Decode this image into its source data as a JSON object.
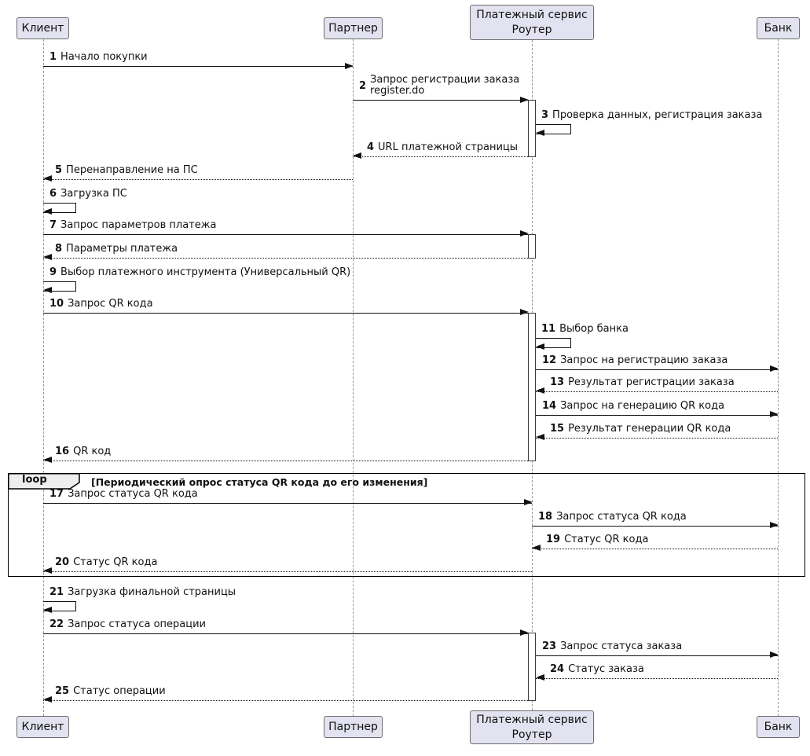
{
  "participants": [
    {
      "label": "Клиент"
    },
    {
      "label": "Партнер"
    },
    {
      "label": "Платежный сервис\nРоутер"
    },
    {
      "label": "Банк"
    }
  ],
  "loop": {
    "label": "loop",
    "condition": "[Периодический опрос статуса QR кода до его изменения]"
  },
  "messages": [
    {
      "num": "1",
      "text": "Начало покупки"
    },
    {
      "num": "2",
      "text": "Запрос регистрации заказа\nregister.do"
    },
    {
      "num": "3",
      "text": "Проверка данных, регистрация заказа"
    },
    {
      "num": "4",
      "text": "URL платежной страницы"
    },
    {
      "num": "5",
      "text": "Перенаправление на ПС"
    },
    {
      "num": "6",
      "text": "Загрузка ПС"
    },
    {
      "num": "7",
      "text": "Запрос параметров платежа"
    },
    {
      "num": "8",
      "text": "Параметры платежа"
    },
    {
      "num": "9",
      "text": "Выбор платежного инструмента (Универсальный QR)"
    },
    {
      "num": "10",
      "text": "Запрос QR кода"
    },
    {
      "num": "11",
      "text": "Выбор банка"
    },
    {
      "num": "12",
      "text": "Запрос на регистрацию заказа"
    },
    {
      "num": "13",
      "text": "Результат регистрации заказа"
    },
    {
      "num": "14",
      "text": "Запрос на генерацию QR кода"
    },
    {
      "num": "15",
      "text": "Результат генерации QR кода"
    },
    {
      "num": "16",
      "text": "QR код"
    },
    {
      "num": "17",
      "text": "Запрос статуса QR кода"
    },
    {
      "num": "18",
      "text": "Запрос статуса QR кода"
    },
    {
      "num": "19",
      "text": "Статус QR кода"
    },
    {
      "num": "20",
      "text": "Статус QR кода"
    },
    {
      "num": "21",
      "text": "Загрузка финальной страницы"
    },
    {
      "num": "22",
      "text": "Запрос статуса операции"
    },
    {
      "num": "23",
      "text": "Запрос статуса заказа"
    },
    {
      "num": "24",
      "text": "Статус заказа"
    },
    {
      "num": "25",
      "text": "Статус операции"
    }
  ]
}
